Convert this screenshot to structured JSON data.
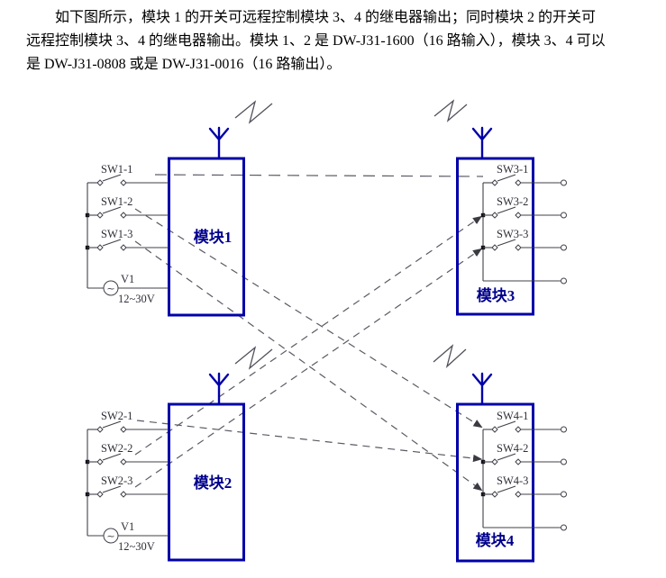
{
  "intro": {
    "lines": [
      "如下图所示，模块 1 的开关可远程控制模块 3、4 的继电器输出；同时模块 2 的开关可",
      "远程控制模块 3、4 的继电器输出。模块 1、2 是 DW-J31-1600（16 路输入），模块 3、4 可以",
      "是 DW-J31-0808 或是 DW-J31-0016（16 路输出）。"
    ]
  },
  "diagram": {
    "modules": [
      {
        "id": "module-1",
        "label": "模块1",
        "switches": [
          "SW1-1",
          "SW1-2",
          "SW1-3"
        ],
        "power": {
          "label": "V1",
          "range": "12~30V",
          "symbol": "~"
        }
      },
      {
        "id": "module-2",
        "label": "模块2",
        "switches": [
          "SW2-1",
          "SW2-2",
          "SW2-3"
        ],
        "power": {
          "label": "V1",
          "range": "12~30V",
          "symbol": "~"
        }
      },
      {
        "id": "module-3",
        "label": "模块3",
        "switches": [
          "SW3-1",
          "SW3-2",
          "SW3-3"
        ]
      },
      {
        "id": "module-4",
        "label": "模块4",
        "switches": [
          "SW4-1",
          "SW4-2",
          "SW4-3"
        ]
      }
    ],
    "wireless_links": [
      {
        "from": "SW1-1",
        "to": "SW3-1"
      },
      {
        "from": "SW1-2",
        "to": "SW4-1"
      },
      {
        "from": "SW1-3",
        "to": "SW4-3"
      },
      {
        "from": "SW2-1",
        "to": "SW4-2"
      },
      {
        "from": "SW2-2",
        "to": "SW3-2"
      },
      {
        "from": "SW2-3",
        "to": "SW3-3"
      }
    ],
    "colors": {
      "module_outline": "#0000a8",
      "module_label": "#00008c",
      "wire": "#40404a",
      "dashed_link": "#5a5a64",
      "text": "#000000"
    }
  }
}
